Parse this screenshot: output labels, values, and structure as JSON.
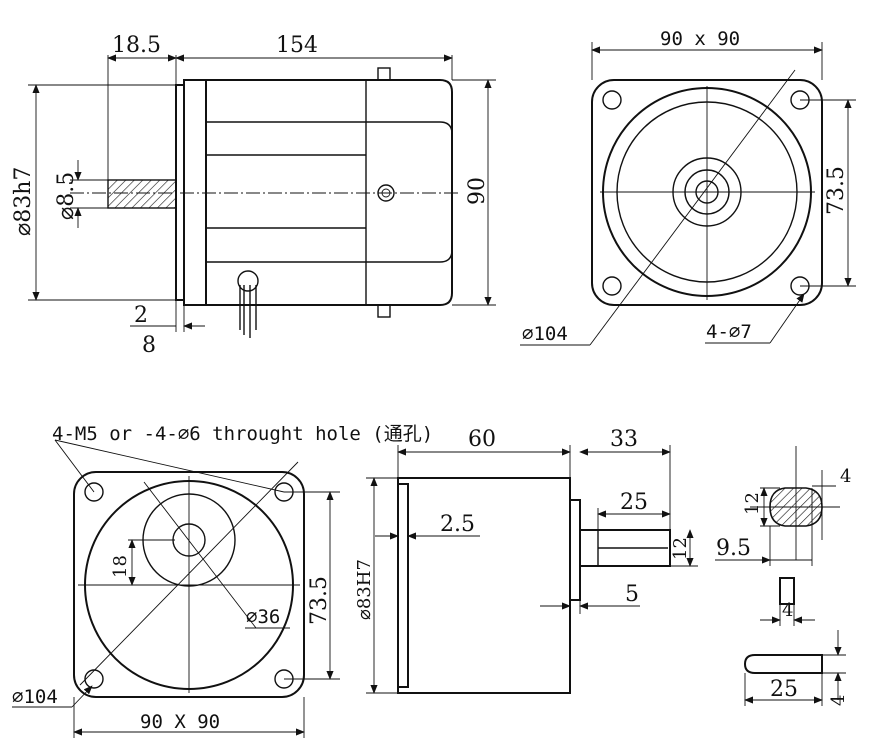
{
  "view_side": {
    "shaft_length": "18.5",
    "body_length": "154",
    "flange_diameter": "⌀83h7",
    "shaft_diameter": "⌀8.5",
    "height": "90",
    "flange_thickness": "2",
    "pilot_offset": "8"
  },
  "view_front": {
    "overall_size": "90 x 90",
    "bolt_spacing": "73.5",
    "circle_diameter": "⌀104",
    "holes": "4-⌀7"
  },
  "view_gear_front": {
    "holes_note": "4-M5 or -4-⌀6 throught hole (通孔)",
    "offset": "18",
    "boss_diameter": "⌀36",
    "bolt_spacing": "73.5",
    "circle_diameter": "⌀104",
    "overall_size": "90 X 90"
  },
  "view_gear_side": {
    "body_length": "60",
    "shaft_length": "33",
    "key_length": "25",
    "flange_step": "2.5",
    "pilot_diameter": "⌀83H7",
    "shaft_diameter": "12",
    "step": "5"
  },
  "view_details": {
    "shaft_section_height": "12",
    "key_depth": "4",
    "shaft_flat": "9.5",
    "key_width": "4",
    "key_len": "25",
    "key_thickness": "4"
  }
}
